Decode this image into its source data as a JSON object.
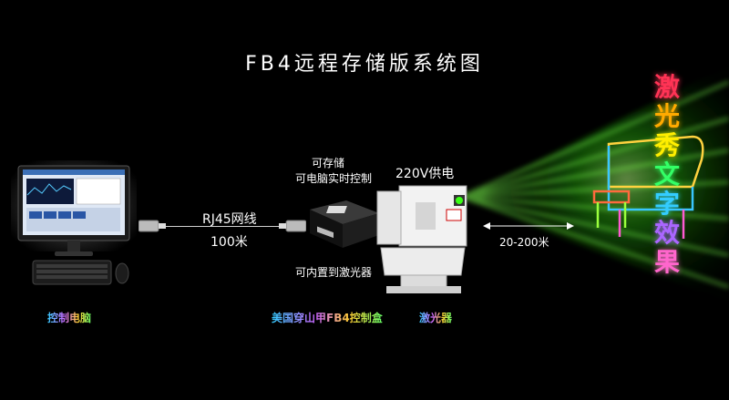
{
  "title": "FB4远程存储版系统图",
  "labels": {
    "cable": "RJ45网线",
    "distance_cable": "100米",
    "storage_line1": "可存储",
    "storage_line2": "可电脑实时控制",
    "power": "220V供电",
    "embed": "可内置到激光器",
    "distance_beam": "20-200米"
  },
  "captions": {
    "computer": "控制电脑",
    "control_box": "美国穿山甲FB4控制盒",
    "laser": "激光器"
  },
  "effect_text": [
    "激",
    "光",
    "秀",
    "文",
    "字",
    "效",
    "果"
  ],
  "colors": {
    "beam": "#39ff14",
    "effect_text": [
      "#ff3355",
      "#ffaa00",
      "#ffee00",
      "#33ff66",
      "#33ccff",
      "#aa66ff",
      "#ff66cc"
    ]
  }
}
